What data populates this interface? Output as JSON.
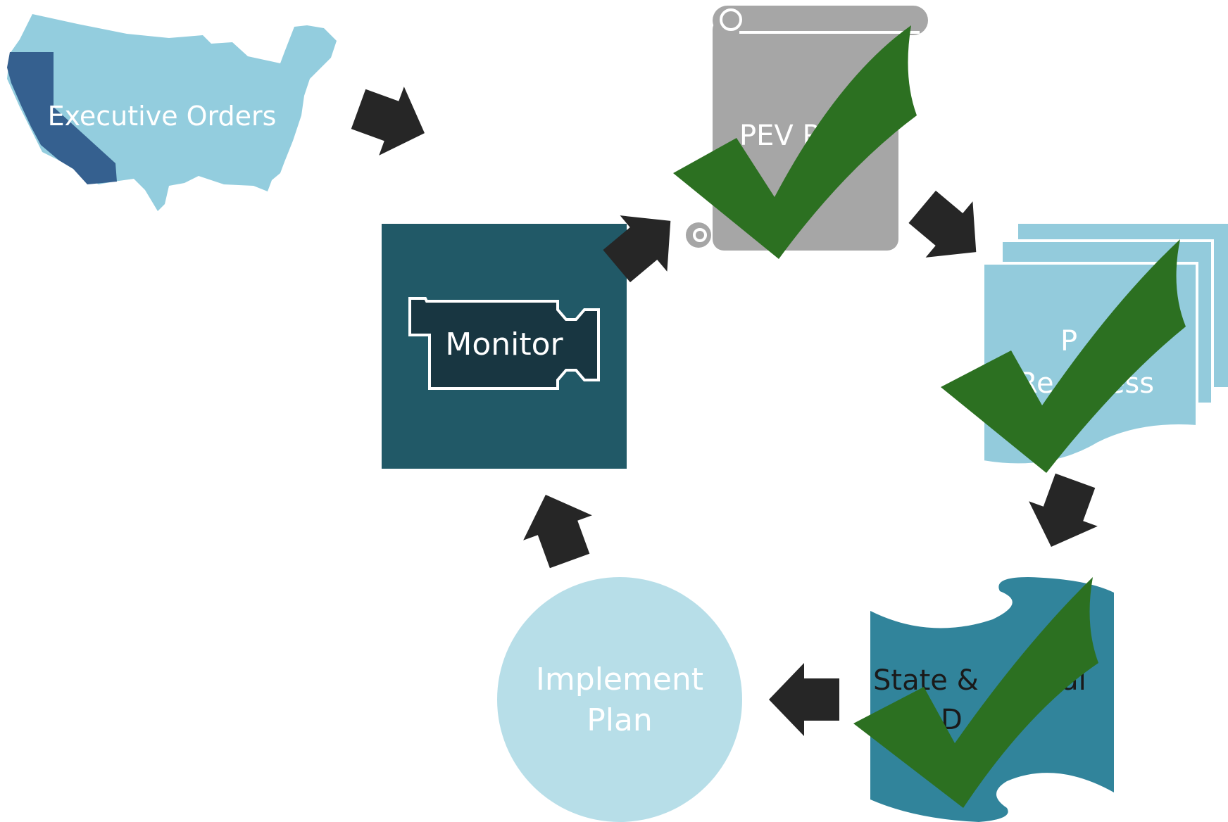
{
  "diagram": {
    "nodes": {
      "executive_orders": {
        "label": "Executive Orders",
        "icon": "us-map-california-icon"
      },
      "pev_plan": {
        "label_visible": "PEV P",
        "icon": "scroll-icon",
        "completed": true
      },
      "pev_readiness": {
        "line1_visible": "P",
        "line2_visible": "Re    ness",
        "icon": "stacked-documents-icon",
        "completed": true
      },
      "state_federal": {
        "line1_visible": "State &      eral",
        "line2_visible": "D     s",
        "icon": "punched-tape-icon",
        "completed": true
      },
      "implement_plan": {
        "line1": "Implement",
        "line2": "Plan",
        "icon": "circle-icon"
      },
      "monitor": {
        "label": "Monitor",
        "icon": "box-frame-icon"
      }
    },
    "arrows": [
      {
        "from": "executive_orders",
        "to": "pev_plan"
      },
      {
        "from": "pev_plan",
        "to": "pev_readiness"
      },
      {
        "from": "pev_readiness",
        "to": "state_federal"
      },
      {
        "from": "state_federal",
        "to": "implement_plan"
      },
      {
        "from": "implement_plan",
        "to": "monitor"
      },
      {
        "from": "monitor",
        "to": "pev_plan"
      }
    ],
    "colors": {
      "map_light": "#93CDDE",
      "map_california": "#35608F",
      "scroll_gray": "#A6A6A6",
      "docs_light": "#93CBDC",
      "tape_teal": "#31849B",
      "circle_light": "#B7DEE8",
      "monitor_dark": "#215967",
      "monitor_inner": "#183641",
      "arrow": "#262626",
      "check_green": "#2C7021",
      "text_white": "#FFFFFF",
      "text_dark": "#1A1A1A"
    }
  }
}
